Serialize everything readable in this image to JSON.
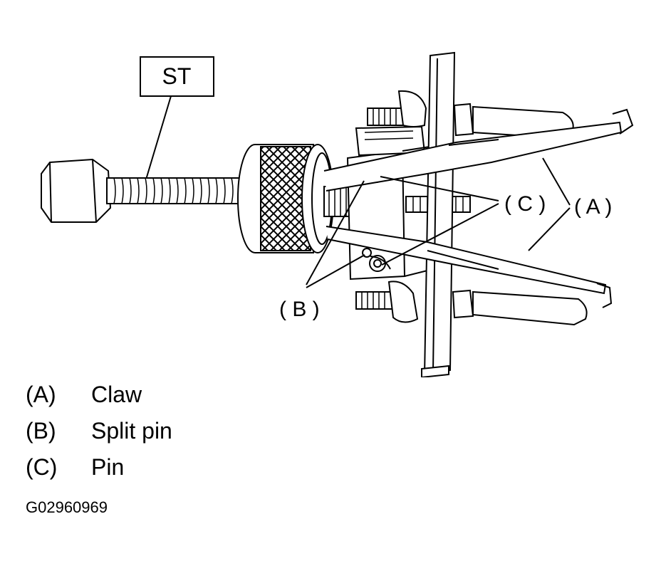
{
  "diagram": {
    "tool_label": "ST",
    "callouts": {
      "a": "( A )",
      "b": "( B )",
      "c": "( C )"
    }
  },
  "legend": [
    {
      "key": "(A)",
      "text": "Claw"
    },
    {
      "key": "(B)",
      "text": "Split pin"
    },
    {
      "key": "(C)",
      "text": "Pin"
    }
  ],
  "figure_id": "G02960969"
}
